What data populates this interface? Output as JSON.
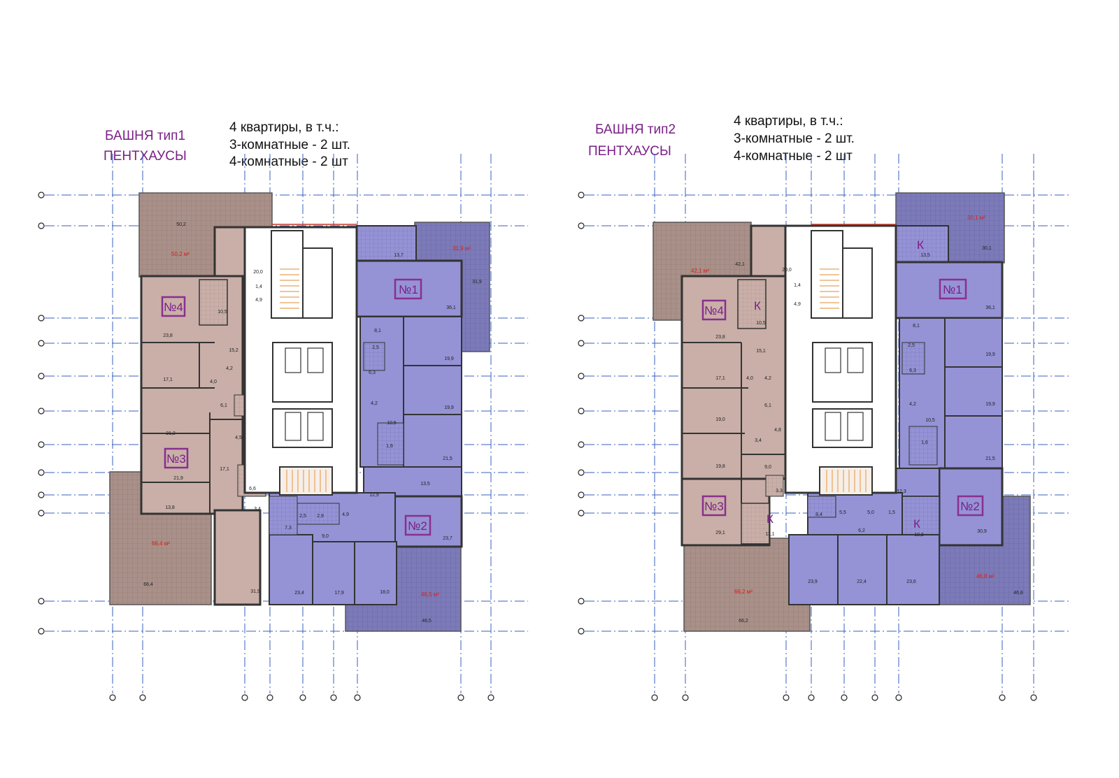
{
  "colors": {
    "apartment_pink": "#c9afa8",
    "terrace_pink": "#a99089",
    "apartment_purple": "#9593d6",
    "terrace_purple": "#7c7ab8",
    "label_purple": "#7a1f87",
    "axis_blue": "#3a5fbf",
    "area_red": "#d4201a"
  },
  "plans": [
    {
      "title_line1": "БАШНЯ тип1",
      "title_line2": "ПЕНТХАУСЫ",
      "info_line1": "4 квартиры, в т.ч.:",
      "info_line2": "3-комнатные - 2 шт.",
      "info_line3": "4-комнатные - 2 шт",
      "apt_labels": [
        "№4",
        "№3",
        "№1",
        "№2"
      ],
      "terrace_areas": [
        "50,2 м²",
        "66,4 м²",
        "31,9 м²",
        "46,5 м²"
      ],
      "room_areas": [
        "50,2",
        "20,0",
        "1,4",
        "4,9",
        "10,5",
        "23,8",
        "15,2",
        "17,1",
        "4,0",
        "4,2",
        "6,1",
        "21,2",
        "4,5",
        "21,9",
        "17,1",
        "6,6",
        "13,8",
        "3,4",
        "31,9",
        "66,4",
        "13,7",
        "36,1",
        "31,9",
        "8,1",
        "19,9",
        "2,5",
        "6,3",
        "19,9",
        "4,2",
        "10,5",
        "1,6",
        "21,5",
        "13,5",
        "12,9",
        "2,5",
        "2,9",
        "4,9",
        "7,3",
        "9,0",
        "23,7",
        "23,4",
        "17,9",
        "18,0",
        "46,5"
      ]
    },
    {
      "title_line1": "БАШНЯ тип2",
      "title_line2": "ПЕНТХАУСЫ",
      "info_line1": "4 квартиры, в т.ч.:",
      "info_line2": "3-комнатные - 2 шт.",
      "info_line3": "4-комнатные - 2 шт",
      "apt_labels": [
        "№4",
        "№3",
        "№1",
        "№2"
      ],
      "kitchen_mark": "К",
      "terrace_areas": [
        "42,1 м²",
        "66,2 м²",
        "30,1 м²",
        "46,8 м²"
      ],
      "room_areas": [
        "42,1",
        "20,0",
        "1,4",
        "4,9",
        "10,5",
        "23,8",
        "15,1",
        "17,1",
        "4,0",
        "4,2",
        "6,1",
        "19,0",
        "4,8",
        "3,4",
        "19,8",
        "9,0",
        "3,3",
        "29,1",
        "11,1",
        "8,4",
        "5,5",
        "5,0",
        "1,5",
        "6,2",
        "66,2",
        "13,5",
        "30,1",
        "36,1",
        "8,1",
        "19,9",
        "2,5",
        "6,3",
        "19,9",
        "4,2",
        "10,5",
        "1,6",
        "21,5",
        "12,3",
        "10,9",
        "30,9",
        "23,9",
        "22,4",
        "23,6",
        "46,8"
      ]
    }
  ]
}
